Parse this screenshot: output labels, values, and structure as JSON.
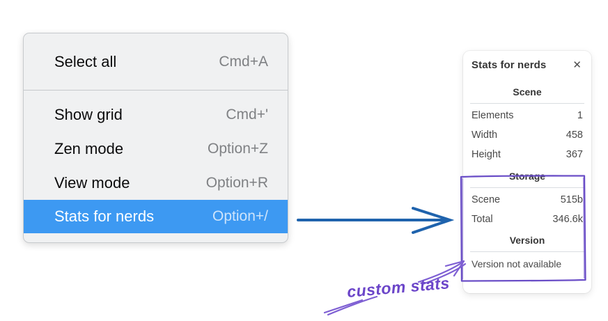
{
  "menu": {
    "items": [
      {
        "label": "Select all",
        "shortcut": "Cmd+A",
        "selected": false
      },
      {
        "label": "Show grid",
        "shortcut": "Cmd+'",
        "selected": false
      },
      {
        "label": "Zen mode",
        "shortcut": "Option+Z",
        "selected": false
      },
      {
        "label": "View mode",
        "shortcut": "Option+R",
        "selected": false
      },
      {
        "label": "Stats for nerds",
        "shortcut": "Option+/",
        "selected": true
      }
    ]
  },
  "panel": {
    "title": "Stats for nerds",
    "close_glyph": "✕",
    "sections": [
      {
        "header": "Scene",
        "rows": [
          {
            "label": "Elements",
            "value": "1"
          },
          {
            "label": "Width",
            "value": "458"
          },
          {
            "label": "Height",
            "value": "367"
          }
        ]
      },
      {
        "header": "Storage",
        "rows": [
          {
            "label": "Scene",
            "value": "515b"
          },
          {
            "label": "Total",
            "value": "346.6k"
          }
        ]
      },
      {
        "header": "Version",
        "note": "Version not available"
      }
    ]
  },
  "annotation": {
    "label": "custom stats"
  },
  "colors": {
    "menu_highlight": "#3d99f2",
    "menu_highlight_text": "#ffffff",
    "menu_highlight_shortcut": "#cde4fb",
    "flow_arrow": "#1f63ad",
    "annotation_purple": "#6b45c9",
    "annotation_stroke": "#7e5fd3",
    "annotation_box": "#6a4ec7"
  }
}
